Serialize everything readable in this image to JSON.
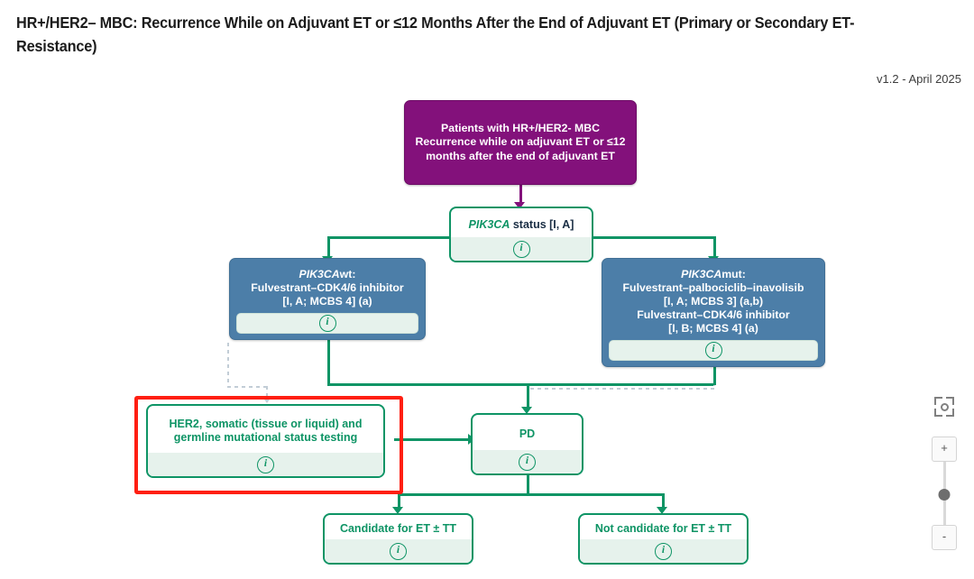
{
  "header": {
    "title": "HR+/HER2– MBC: Recurrence While on Adjuvant ET or ≤12 Months After the End of Adjuvant ET (Primary or Secondary ET-Resistance)",
    "version": "v1.2 - April 2025"
  },
  "colors": {
    "purple": "#83117B",
    "blue": "#4C7EA8",
    "green": "#0E9465",
    "green_tint": "#E6F2EC",
    "red_highlight": "#FF1F12",
    "dotted_gray": "#C2CDD6"
  },
  "nodes": {
    "root": {
      "id": "patients-root",
      "lines": [
        "Patients with HR+/HER2- MBC",
        "Recurrence while on adjuvant ET or",
        "≤12 months after the end of adjuvant",
        "ET"
      ],
      "text": "Patients with HR+/HER2- MBC Recurrence while on adjuvant ET or ≤12 months after the end of adjuvant ET"
    },
    "pik3ca_status": {
      "id": "pik3ca-status",
      "gene": "PIK3CA",
      "rest": " status [I, A]",
      "info_label": "i"
    },
    "pik3ca_wt": {
      "id": "pik3ca-wt-treatment",
      "gene": "PIK3CA",
      "gene_suffix": "wt:",
      "lines": [
        "Fulvestrant–CDK4/6 inhibitor",
        "[I, A; MCBS 4] (a)"
      ],
      "info_label": "i"
    },
    "pik3ca_mut": {
      "id": "pik3ca-mut-treatment",
      "gene": "PIK3CA",
      "gene_suffix": "mut:",
      "lines": [
        "Fulvestrant–palbociclib–inavolisib",
        "[I, A; MCBS 3] (a,b)",
        "Fulvestrant–CDK4/6 inhibitor",
        "[I, B; MCBS 4] (a)"
      ],
      "info_label": "i"
    },
    "her2_testing": {
      "id": "her2-mutational-testing",
      "lines": [
        "HER2, somatic (tissue or liquid) and",
        "germline mutational status testing"
      ],
      "text": "HER2, somatic (tissue or liquid) and germline mutational status testing",
      "highlighted": "true",
      "info_label": "i"
    },
    "pd": {
      "id": "progressive-disease",
      "text": "PD",
      "info_label": "i"
    },
    "candidate": {
      "id": "candidate-et-tt",
      "text": "Candidate for ET ± TT",
      "info_label": "i"
    },
    "not_candidate": {
      "id": "not-candidate-et-tt",
      "text": "Not candidate for ET ± TT",
      "info_label": "i"
    }
  },
  "controls": {
    "fit_icon": "fit-to-screen-icon",
    "zoom_in_label": "+",
    "zoom_out_label": "-"
  }
}
